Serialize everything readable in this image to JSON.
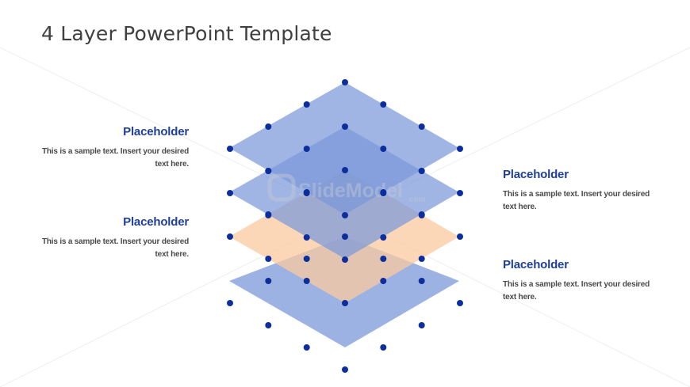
{
  "title": "4 Layer PowerPoint Template",
  "watermark": {
    "brand": "SlideModel",
    "suffix": ".com"
  },
  "blocks": [
    {
      "heading": "Placeholder",
      "body_line1": "This is a sample text. Insert your desired",
      "body_line2": "text here."
    },
    {
      "heading": "Placeholder",
      "body_line1": "This is a sample text. Insert your desired",
      "body_line2": "text here."
    },
    {
      "heading": "Placeholder",
      "body_line1": "This is a sample text. Insert your desired",
      "body_line2": "text here."
    },
    {
      "heading": "Placeholder",
      "body_line1": "This is a sample text. Insert your desired",
      "body_line2": "text here."
    }
  ],
  "colors": {
    "layer_blue": "#7b98d9",
    "layer_peach": "#f9c9a0",
    "dot": "#0d2f9e",
    "heading": "#1f3f9a",
    "text": "#4a4a4a"
  }
}
